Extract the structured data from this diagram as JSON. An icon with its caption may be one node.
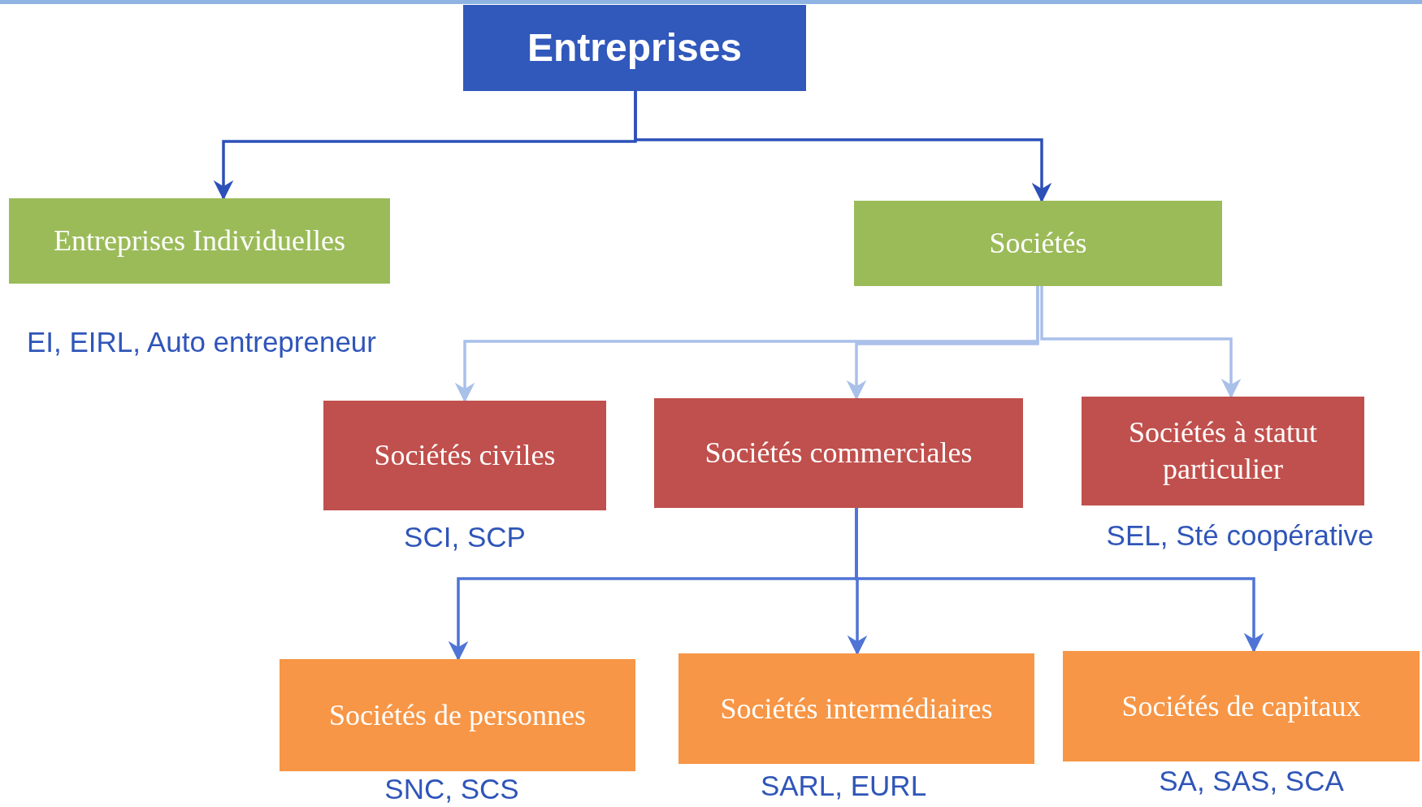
{
  "diagram": {
    "nodes": [
      {
        "text": [
          "Entreprises"
        ]
      },
      {
        "text": [
          "Entreprises Individuelles"
        ],
        "beside": [
          "EI, EIRL, Auto entrepreneur"
        ]
      },
      {
        "text": [
          "Sociétés"
        ]
      },
      {
        "text": [
          "Sociétés civiles"
        ],
        "beside": [
          "SCI, SCP"
        ]
      },
      {
        "text": [
          "Sociétés commerciales"
        ]
      },
      {
        "text": [
          "Sociétés à statut particulier"
        ],
        "beside": [
          "SEL, Sté coopérative"
        ]
      },
      {
        "text": [
          "Sociétés de personnes"
        ],
        "beside": [
          "SNC, SCS"
        ]
      },
      {
        "text": [
          "Sociétés intermédiaires"
        ],
        "beside": [
          "SARL, EURL"
        ]
      },
      {
        "text": [
          "Sociétés de capitaux"
        ],
        "beside": [
          "SA, SAS, SCA"
        ]
      }
    ],
    "edges": [
      {
        "from": 0,
        "to": 1,
        "arrow": "to",
        "color": "#2d50b8"
      },
      {
        "from": 0,
        "to": 2,
        "arrow": "to",
        "color": "#2d50b8"
      },
      {
        "from": 2,
        "to": 3,
        "arrow": "to",
        "color": "#a9c0ea"
      },
      {
        "from": 2,
        "to": 4,
        "arrow": "to",
        "color": "#a9c0ea"
      },
      {
        "from": 2,
        "to": 5,
        "arrow": "to",
        "color": "#a9c0ea"
      },
      {
        "from": 4,
        "to": 6,
        "arrow": "to",
        "color": "#4f74d6"
      },
      {
        "from": 4,
        "to": 7,
        "arrow": "to",
        "color": "#4f74d6"
      },
      {
        "from": 4,
        "to": 8,
        "arrow": "to",
        "color": "#4f74d6"
      }
    ]
  }
}
